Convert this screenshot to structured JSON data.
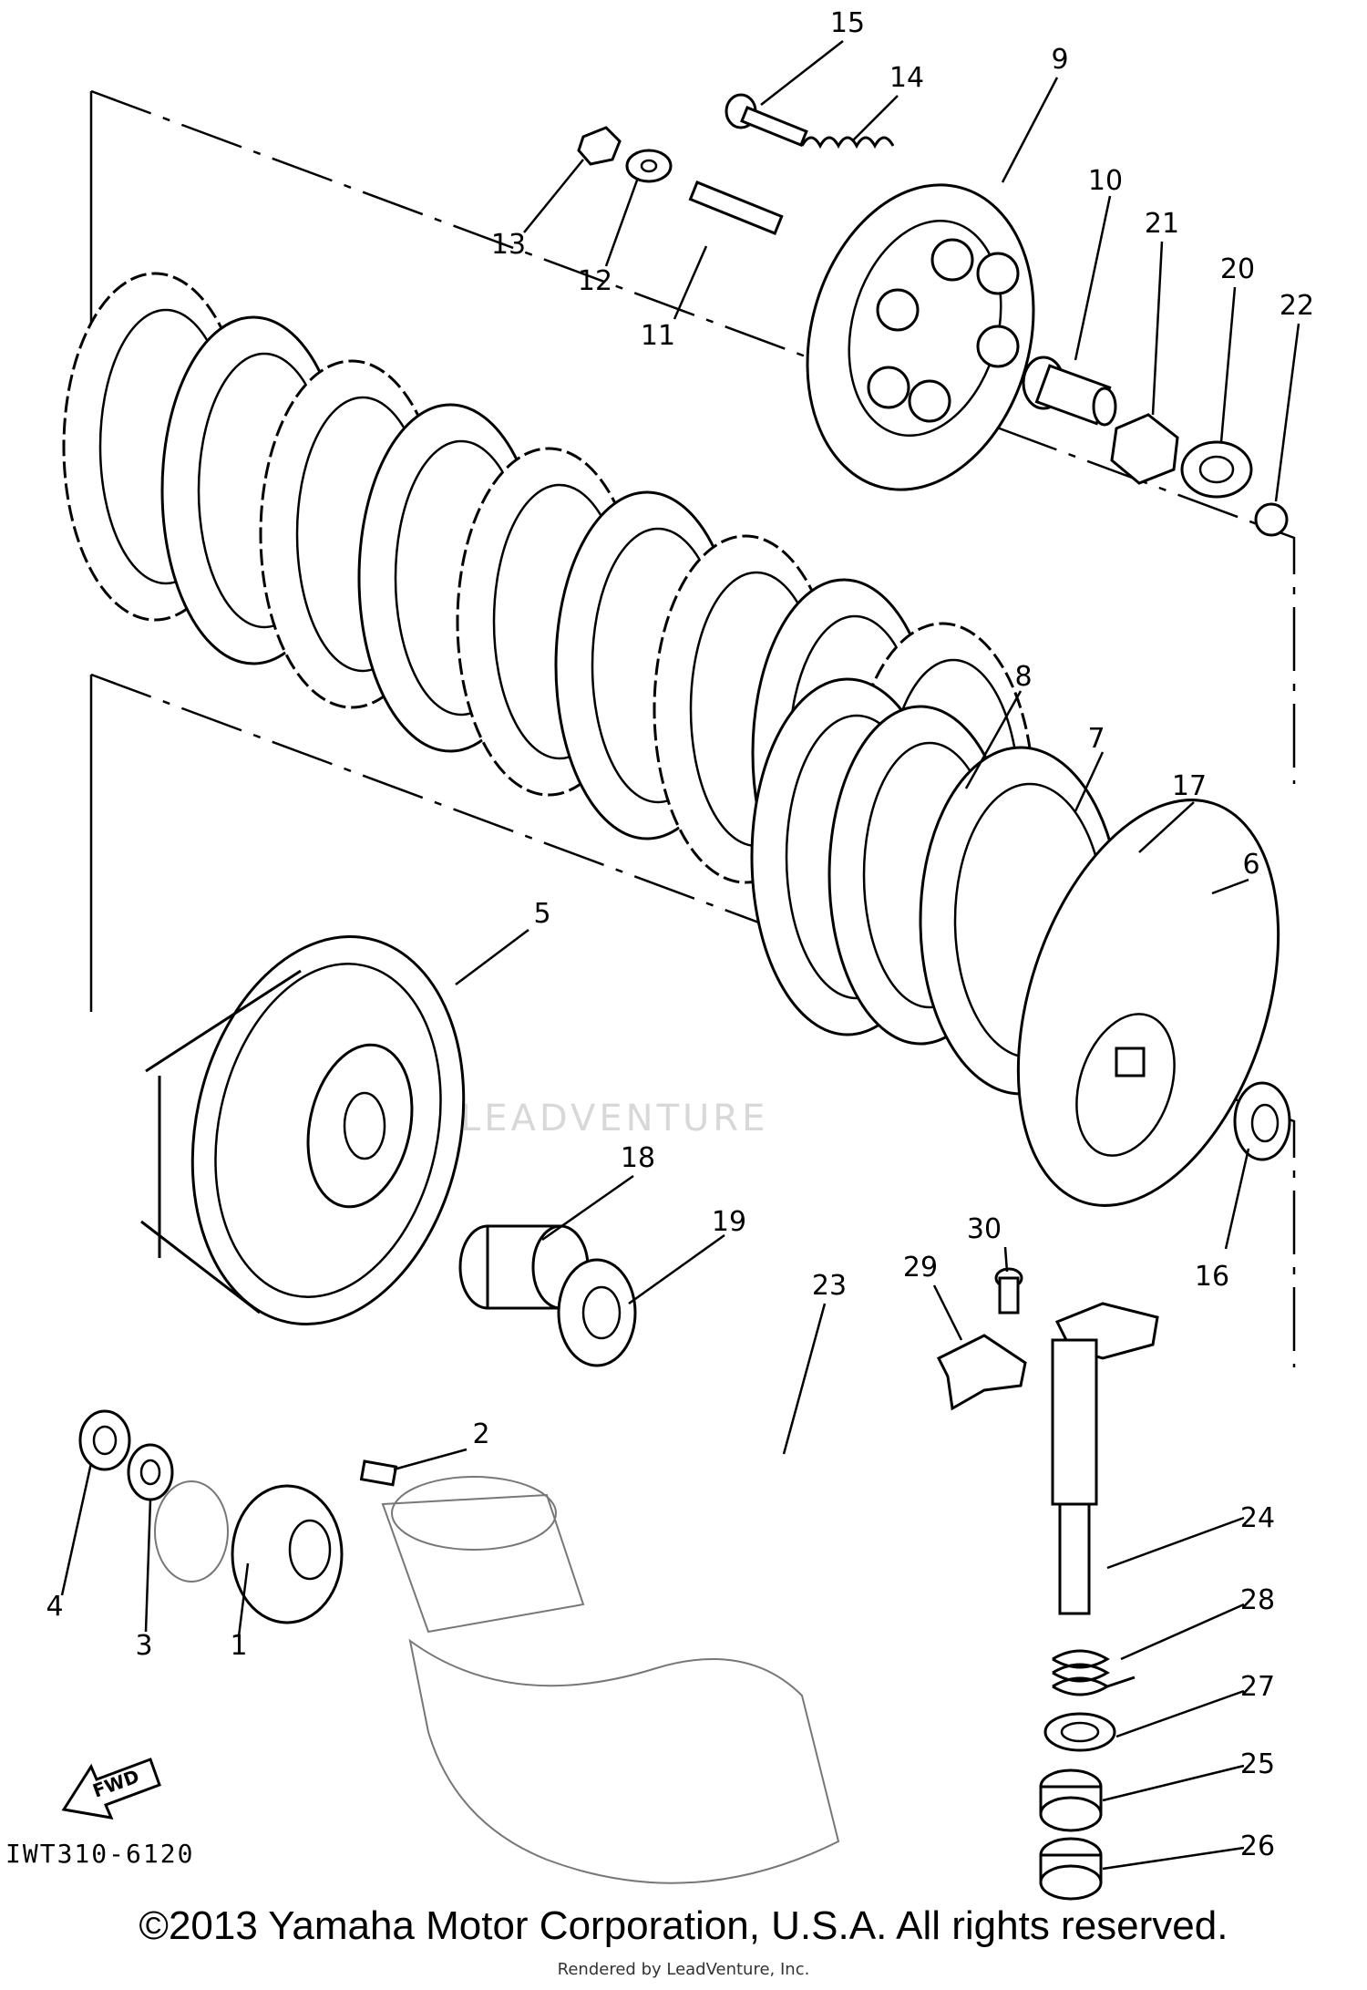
{
  "diagram": {
    "callouts": [
      {
        "id": "1",
        "label": "1"
      },
      {
        "id": "2",
        "label": "2"
      },
      {
        "id": "3",
        "label": "3"
      },
      {
        "id": "4",
        "label": "4"
      },
      {
        "id": "5",
        "label": "5"
      },
      {
        "id": "6",
        "label": "6"
      },
      {
        "id": "7",
        "label": "7"
      },
      {
        "id": "8",
        "label": "8"
      },
      {
        "id": "9",
        "label": "9"
      },
      {
        "id": "10",
        "label": "10"
      },
      {
        "id": "11",
        "label": "11"
      },
      {
        "id": "12",
        "label": "12"
      },
      {
        "id": "13",
        "label": "13"
      },
      {
        "id": "14",
        "label": "14"
      },
      {
        "id": "15",
        "label": "15"
      },
      {
        "id": "16",
        "label": "16"
      },
      {
        "id": "17",
        "label": "17"
      },
      {
        "id": "18",
        "label": "18"
      },
      {
        "id": "19",
        "label": "19"
      },
      {
        "id": "20",
        "label": "20"
      },
      {
        "id": "21",
        "label": "21"
      },
      {
        "id": "22",
        "label": "22"
      },
      {
        "id": "23",
        "label": "23"
      },
      {
        "id": "24",
        "label": "24"
      },
      {
        "id": "25",
        "label": "25"
      },
      {
        "id": "26",
        "label": "26"
      },
      {
        "id": "27",
        "label": "27"
      },
      {
        "id": "28",
        "label": "28"
      },
      {
        "id": "29",
        "label": "29"
      },
      {
        "id": "30",
        "label": "30"
      }
    ],
    "fwd_label": "FWD",
    "watermark": "LEADVENTURE"
  },
  "footer": {
    "drawing_code": "IWT310-6120",
    "copyright": "©2013 Yamaha Motor Corporation, U.S.A. All rights reserved.",
    "rendered_by": "Rendered by LeadVenture, Inc."
  }
}
